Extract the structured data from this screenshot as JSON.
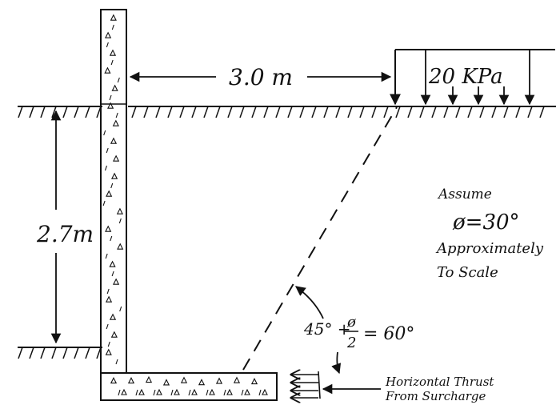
{
  "labels": {
    "width_dim": "3.0 m",
    "surcharge": "20 KPa",
    "height_dim": "2.7m",
    "assume": "Assume",
    "phi": "ø=30°",
    "approx_line1": "Approximately",
    "approx_line2": "To Scale",
    "angle_num": "45° +",
    "phi_frac_top": "ø",
    "phi_frac_bottom": "2",
    "angle_result": "= 60°",
    "thrust_line1": "Horizontal Thrust",
    "thrust_line2": "From Surcharge"
  },
  "colors": {
    "ink": "#111111",
    "background": "#ffffff"
  }
}
